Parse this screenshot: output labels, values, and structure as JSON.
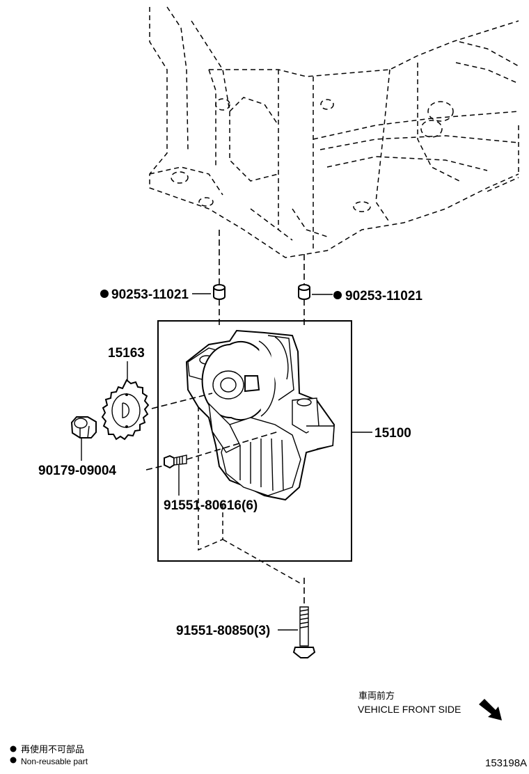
{
  "parts": {
    "bushing_left": {
      "number": "90253-11021",
      "non_reusable": true
    },
    "bushing_right": {
      "number": "90253-11021",
      "non_reusable": true
    },
    "sprocket": {
      "number": "15163"
    },
    "nut": {
      "number": "90179-09004"
    },
    "oil_pump_assy": {
      "number": "15100"
    },
    "small_bolt": {
      "number": "91551-80616(6)"
    },
    "long_bolt": {
      "number": "91551-80850(3)"
    }
  },
  "direction": {
    "label_jp": "車両前方",
    "label_en": "VEHICLE FRONT SIDE",
    "icon": "arrow-down-right-icon"
  },
  "legend": {
    "symbol": "filled-dot",
    "label_jp": "再使用不可部品",
    "label_en": "Non-reusable part"
  },
  "illustration_code": "153198A"
}
